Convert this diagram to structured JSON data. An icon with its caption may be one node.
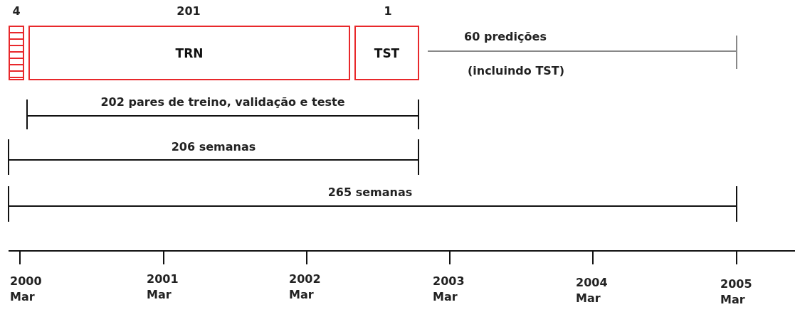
{
  "diagram": {
    "nodes": [
      {
        "text": [],
        "shape": "box"
      },
      {
        "text": [
          "TRN"
        ]
      },
      {
        "text": [
          "TST"
        ]
      }
    ],
    "edges": [],
    "labels": [
      "4",
      "201",
      "1",
      "60 predições",
      "(incluindo TST)",
      "202 pares de treino, validação e teste",
      "206 semanas",
      "265 semanas",
      "2000 Mar",
      "2001 Mar",
      "2002 Mar",
      "2003 Mar",
      "2004 Mar",
      "2005 Mar"
    ]
  }
}
